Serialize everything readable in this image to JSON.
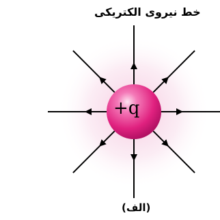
{
  "title": "خط نیروی الکتریکی",
  "charge": "+q",
  "caption": "(الف)",
  "field_lines": [
    {
      "direction": "up"
    },
    {
      "direction": "up-right"
    },
    {
      "direction": "right"
    },
    {
      "direction": "down-right"
    },
    {
      "direction": "down"
    },
    {
      "direction": "down-left"
    },
    {
      "direction": "left"
    },
    {
      "direction": "up-left"
    }
  ],
  "colors": {
    "sphere": "#e8268a",
    "sphere_highlight": "#fbd2ea",
    "glow": "#f4c4dc",
    "lines": "#000000"
  }
}
